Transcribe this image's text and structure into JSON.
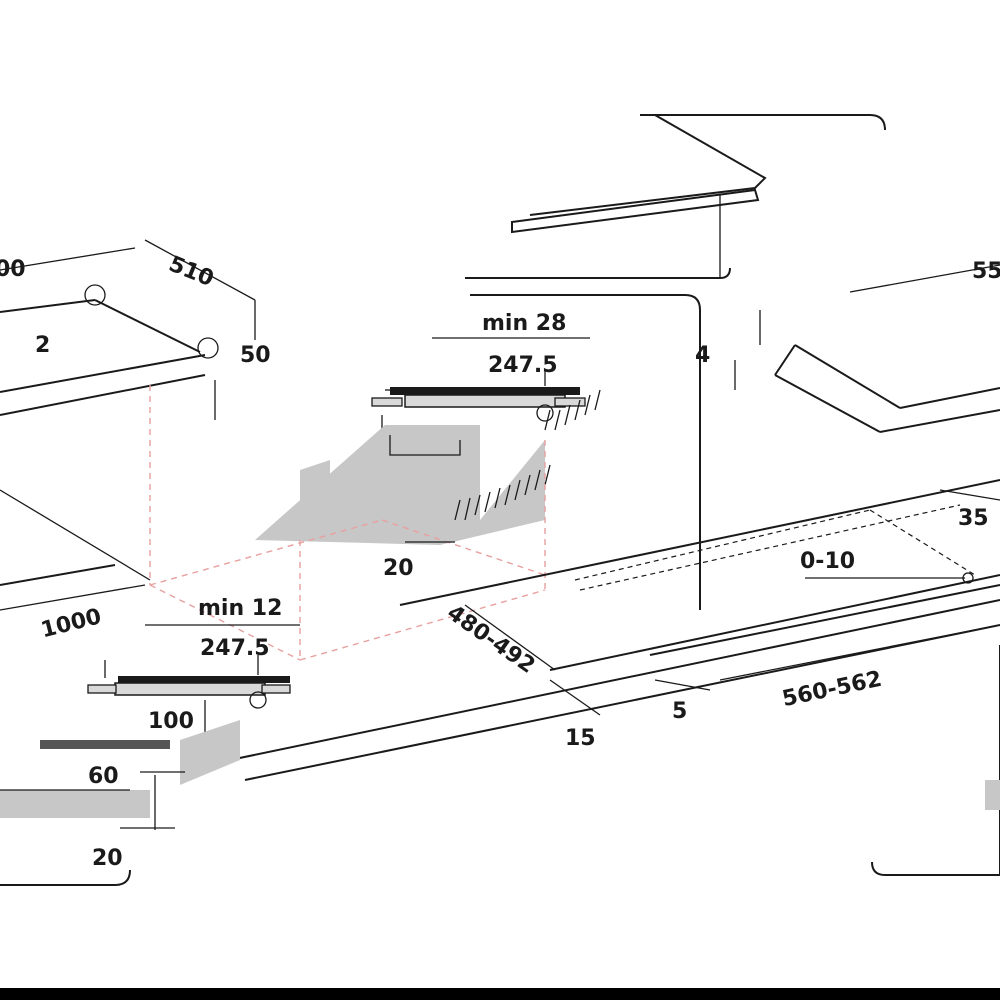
{
  "diagram": {
    "labels": {
      "top_left_cut": "00",
      "depth_510": "510",
      "top_2": "2",
      "top_50": "50",
      "width_1000": "1000",
      "min_28": "min 28",
      "val_247_5_top": "247.5",
      "val_4": "4",
      "right_cut": "55",
      "right_35": "35",
      "range_0_10": "0-10",
      "val_20_mid": "20",
      "min_12": "min 12",
      "val_247_5_bottom": "247.5",
      "range_480_492": "480-492",
      "val_100": "100",
      "val_60": "60",
      "val_20_bottom": "20",
      "val_5": "5",
      "val_15": "15",
      "range_560_562": "560-562"
    },
    "colors": {
      "line": "#1a1a1a",
      "cabinet_grey": "#c7c7c7",
      "guide_dash": "#e8a0a0",
      "bottom_band": "#000000"
    }
  }
}
